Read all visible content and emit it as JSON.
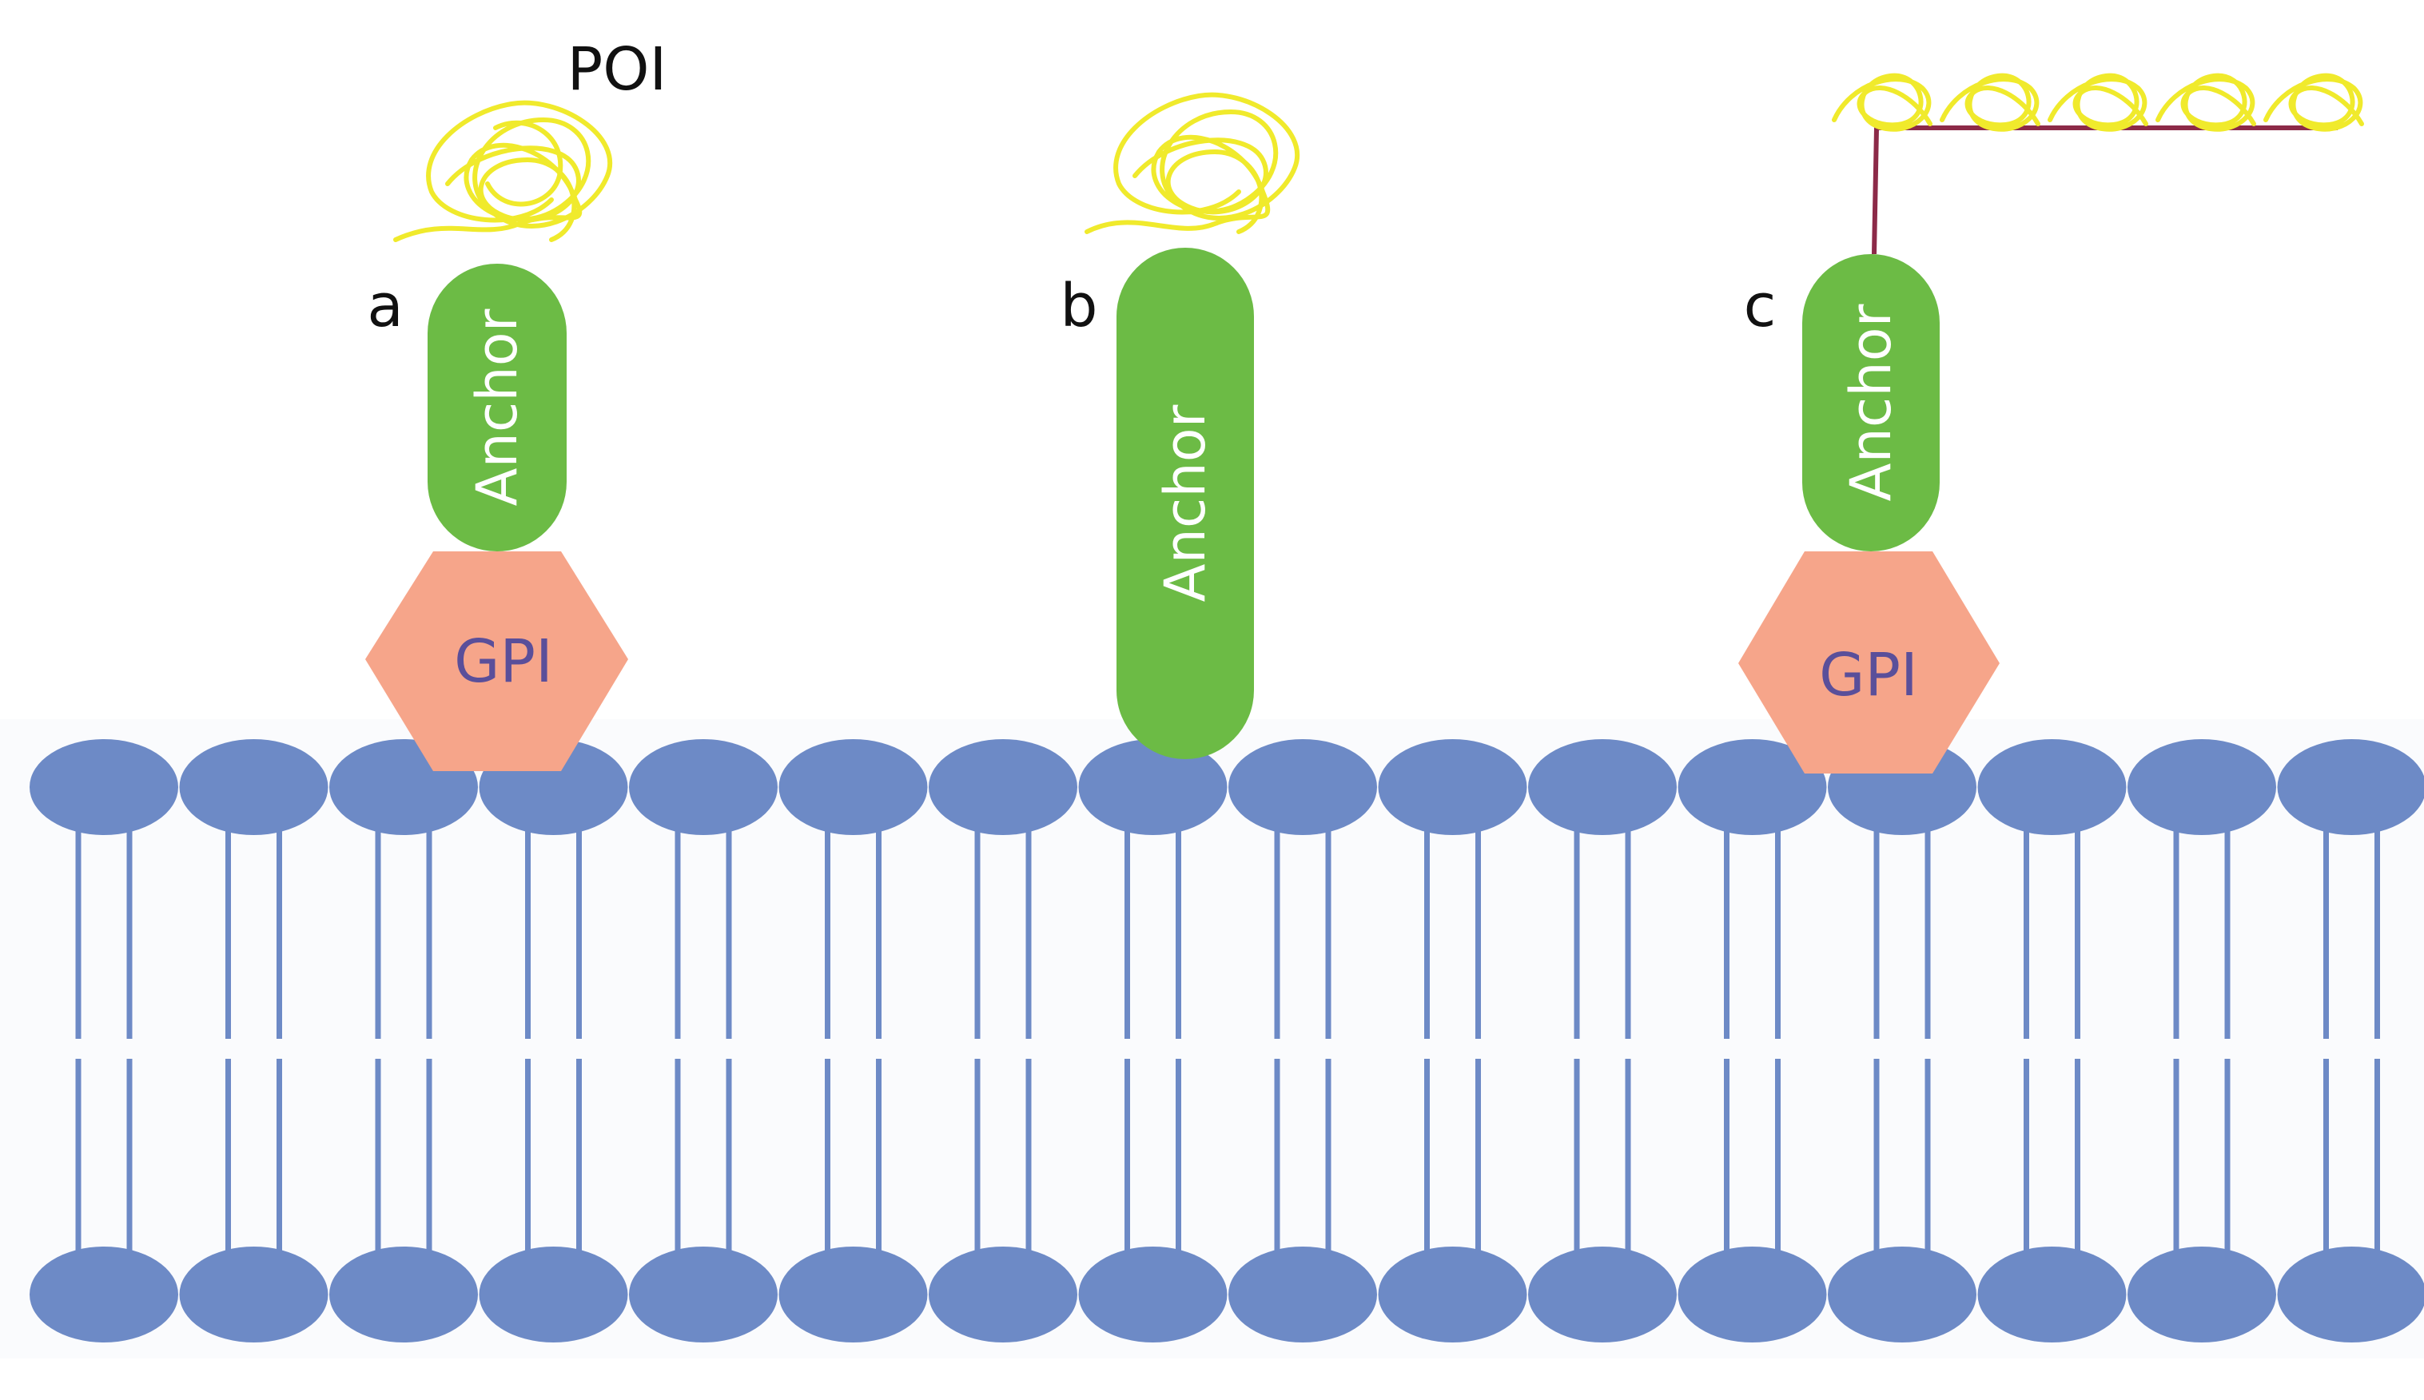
{
  "labels": {
    "poi": "POI",
    "panel_a": "a",
    "panel_b": "b",
    "panel_c": "c",
    "anchor": "Anchor",
    "gpi": "GPI"
  },
  "colors": {
    "background": "#ffffff",
    "membrane_band": "#fafbfd",
    "lipid_head": "#6d8ac6",
    "lipid_tail": "#6d8ac6",
    "anchor": "#6cbb45",
    "anchor_text": "#ffffff",
    "gpi": "#f6a58a",
    "gpi_text": "#5a4f9a",
    "poi": "#f0ea2c",
    "linker": "#8c2a48",
    "label_text": "#111111"
  },
  "membrane": {
    "heads_per_leaflet": 16
  },
  "poi_on_linker_count": 5
}
